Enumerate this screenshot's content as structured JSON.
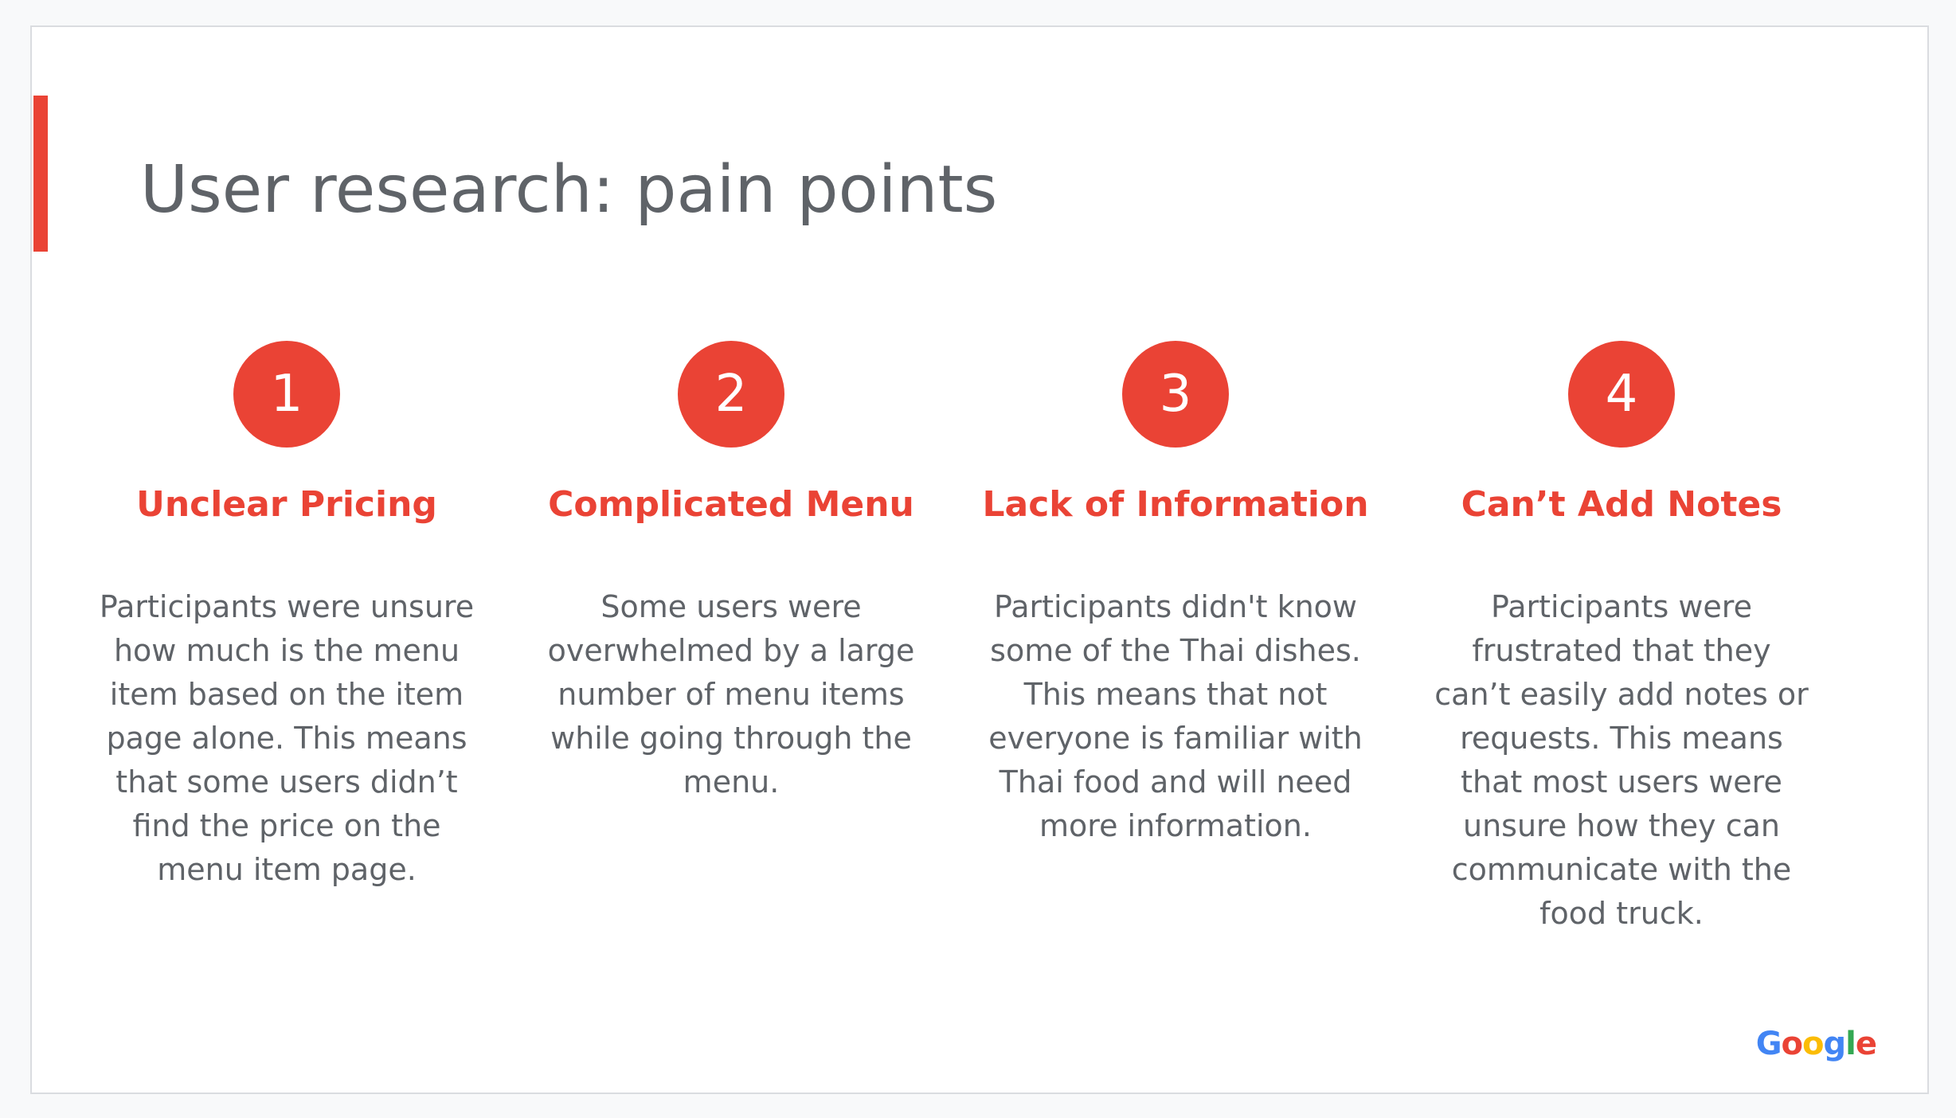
{
  "slide": {
    "title": "User research: pain points",
    "accent_color": "#ea4335",
    "columns": [
      {
        "number": "1",
        "heading": "Unclear Pricing",
        "body": "Participants were unsure how much is the menu item based on the item page alone. This means that some users didn’t find the price on the menu item page."
      },
      {
        "number": "2",
        "heading": "Complicated Menu",
        "body": "Some users were overwhelmed by a large number of menu items while going through the menu."
      },
      {
        "number": "3",
        "heading": "Lack of Information",
        "body": "Participants didn't know some of the Thai dishes. This means that not everyone is familiar with Thai food and will need more information."
      },
      {
        "number": "4",
        "heading": "Can’t Add Notes",
        "body": "Participants were frustrated that they can’t easily add notes or requests. This means that most users were unsure how they can communicate with the food truck."
      }
    ],
    "logo": {
      "letters": [
        "G",
        "o",
        "o",
        "g",
        "l",
        "e"
      ],
      "colors": [
        "#4285f4",
        "#ea4335",
        "#fbbc05",
        "#4285f4",
        "#34a853",
        "#ea4335"
      ]
    }
  }
}
